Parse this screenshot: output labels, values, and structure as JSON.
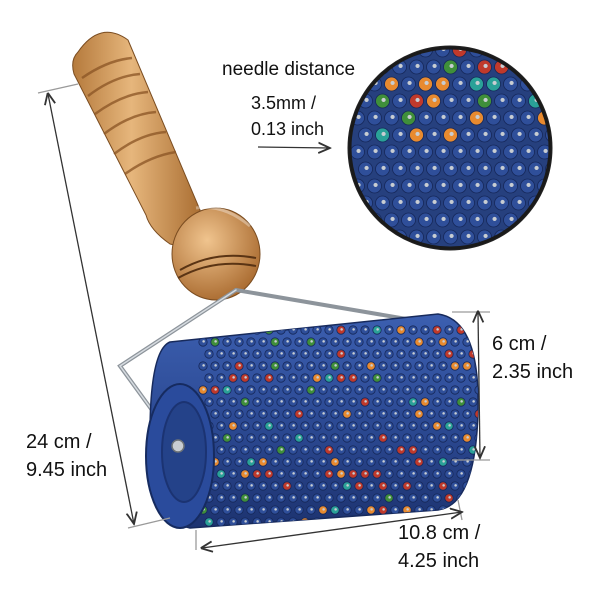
{
  "image": {
    "subject": "Massage roller with wooden handle, metal frame and blue spiked drum",
    "colors": {
      "background": "#ffffff",
      "handle_wood": "#d6a064",
      "handle_dark": "#8a5a2b",
      "frame_metal": "#9aa0a6",
      "drum_blue": "#2f4f9a",
      "drum_dark": "#1f3670",
      "spike_orange": "#e88a2f",
      "spike_red": "#c0392b",
      "spike_teal": "#2aa198",
      "spike_green": "#3f8f3a",
      "needle_silver": "#c8cdd2",
      "dimension_line": "#333333"
    },
    "icons": [
      "double-arrow-height",
      "double-arrow-diameter",
      "double-arrow-width",
      "arrow-to-zoom-circle"
    ]
  },
  "labels": {
    "needle_distance": {
      "title": "needle distance",
      "line1": "3.5mm /",
      "line2": "0.13 inch"
    },
    "height": {
      "line1": "24 cm /",
      "line2": "9.45 inch"
    },
    "diameter": {
      "line1": "6 cm /",
      "line2": "2.35 inch"
    },
    "width": {
      "line1": "10.8 cm /",
      "line2": "4.25 inch"
    }
  }
}
